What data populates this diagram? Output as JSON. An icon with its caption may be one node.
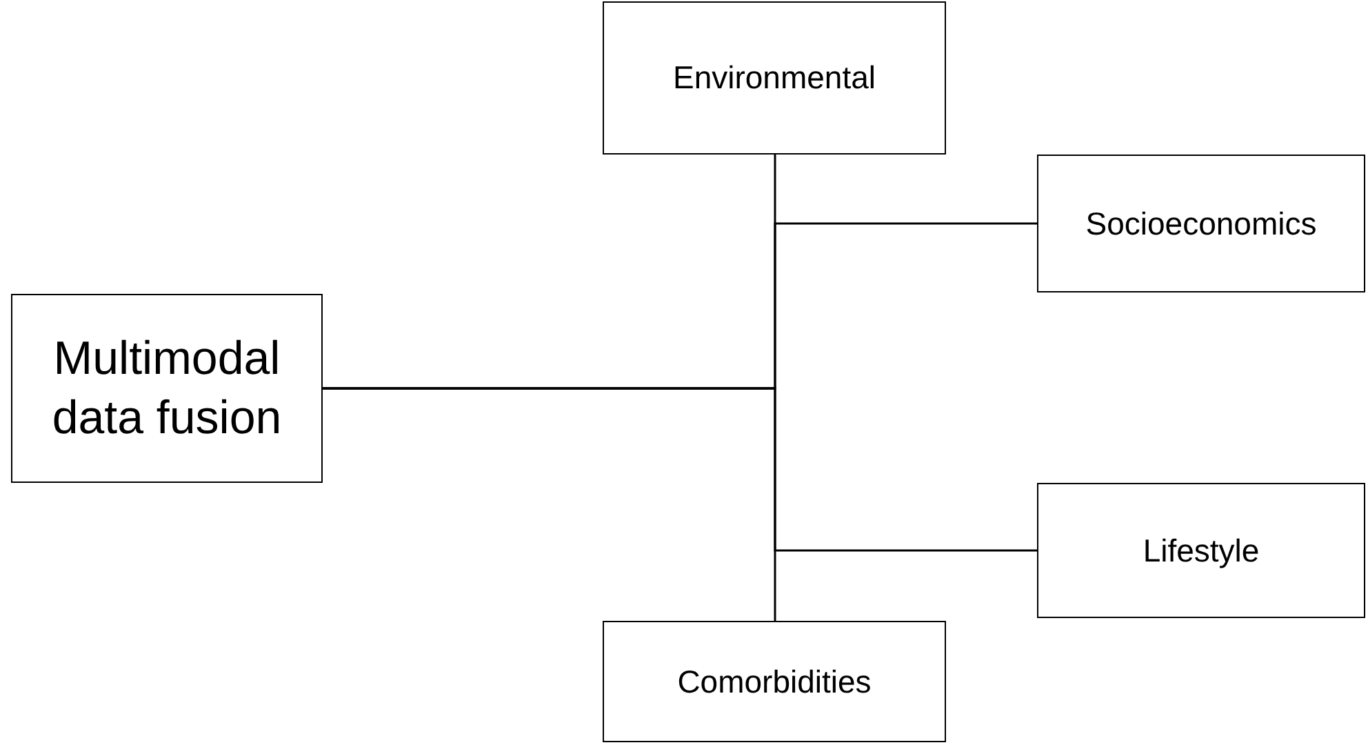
{
  "diagram": {
    "nodes": [
      {
        "text": [
          "Multimodal data fusion"
        ]
      },
      {
        "text": [
          "Environmental"
        ]
      },
      {
        "text": [
          "Socioeconomics"
        ]
      },
      {
        "text": [
          "Lifestyle"
        ]
      },
      {
        "text": [
          "Comorbidities"
        ]
      }
    ],
    "edges": [
      {
        "from": 0,
        "to": 1,
        "arrow": "none"
      },
      {
        "from": 0,
        "to": 2,
        "arrow": "none"
      },
      {
        "from": 0,
        "to": 3,
        "arrow": "none"
      },
      {
        "from": 0,
        "to": 4,
        "arrow": "none"
      }
    ]
  }
}
